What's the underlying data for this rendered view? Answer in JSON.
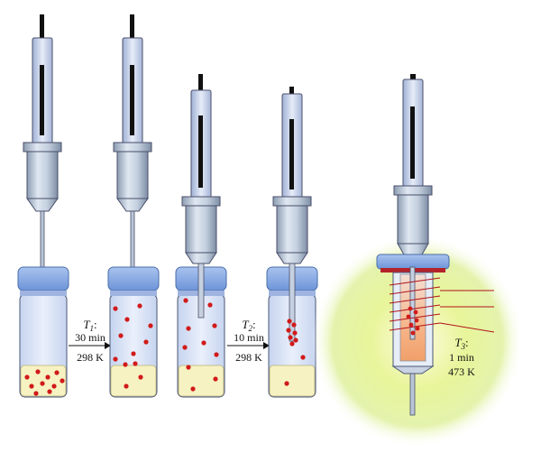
{
  "steps": [
    {
      "time_symbol": "T",
      "time_subscript": "1",
      "suffix": ":",
      "duration": "30 min",
      "temperature": "298 K"
    },
    {
      "time_symbol": "T",
      "time_subscript": "2",
      "suffix": ":",
      "duration": "10 min",
      "temperature": "298 K"
    },
    {
      "time_symbol": "T",
      "time_subscript": "3",
      "suffix": ":",
      "duration": "1 min",
      "temperature": "473 K"
    }
  ],
  "colors": {
    "syringe_glass": "#c7d3ec",
    "syringe_outline": "#4a4f6a",
    "barrel": "#b9c7d8",
    "cap": "#7aa0df",
    "vial": "#d8e3f7",
    "liquid": "#f6f2c2",
    "particle": "#d11a1a",
    "heater_glow": "#d9f080",
    "heater_wire": "#b0121b",
    "flange": "#b4232a"
  }
}
